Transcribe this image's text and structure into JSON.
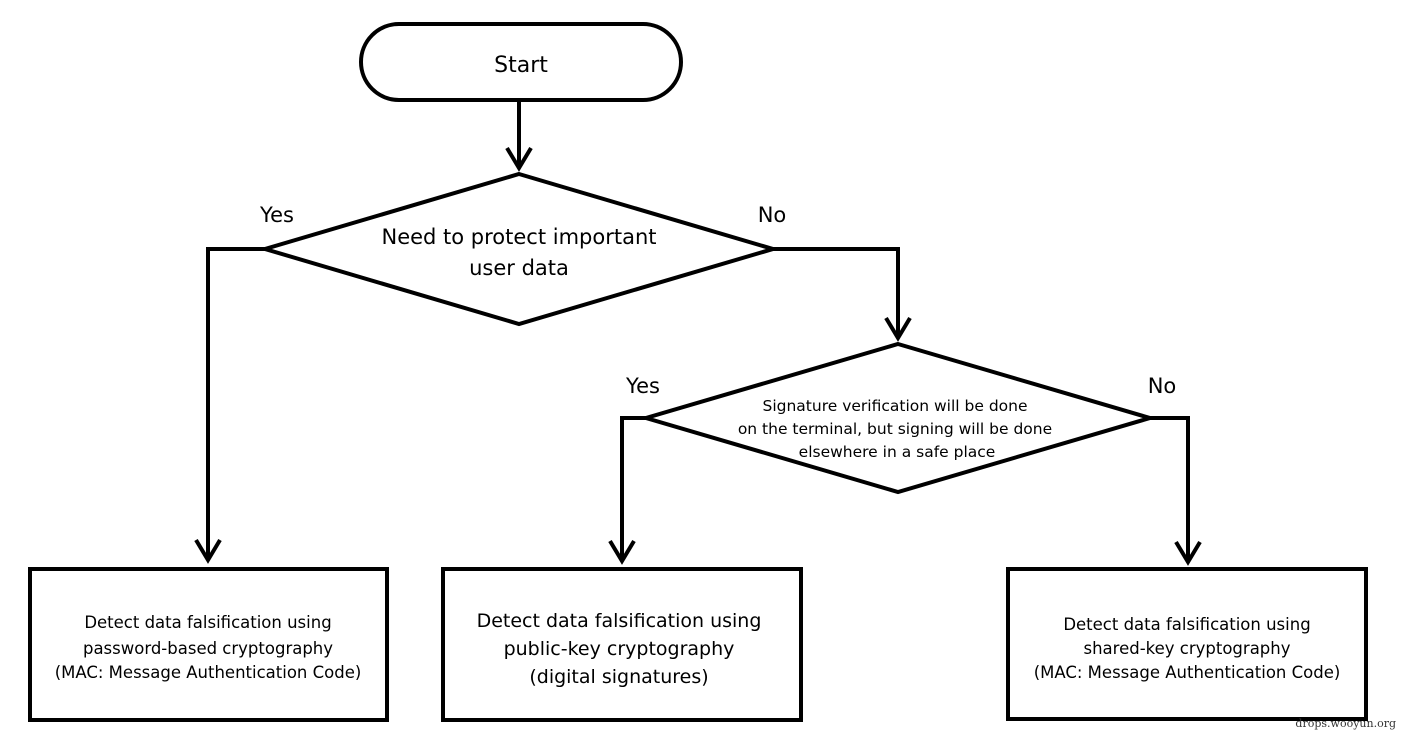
{
  "start": {
    "label": "Start"
  },
  "decision1": {
    "lines": [
      "Need to protect important",
      "user data"
    ],
    "yes_label": "Yes",
    "no_label": "No"
  },
  "decision2": {
    "lines": [
      "Signature verification will be done",
      "on the terminal, but signing will be done",
      "elsewhere in a safe place"
    ],
    "yes_label": "Yes",
    "no_label": "No"
  },
  "outcomes": [
    {
      "lines": [
        "Detect data falsification using",
        "password-based cryptography",
        "(MAC: Message Authentication Code)"
      ]
    },
    {
      "lines": [
        "Detect data falsification using",
        "public-key cryptography",
        "(digital signatures)"
      ]
    },
    {
      "lines": [
        "Detect data falsification using",
        "shared-key cryptography",
        "(MAC: Message Authentication Code)"
      ]
    }
  ],
  "watermark": "drops.wooyun.org"
}
